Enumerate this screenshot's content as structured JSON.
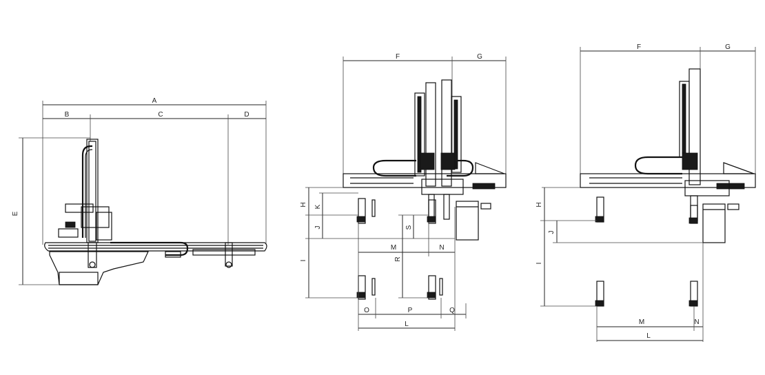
{
  "views": {
    "side": {
      "labels": {
        "A": "A",
        "B": "B",
        "C": "C",
        "D": "D",
        "E": "E"
      }
    },
    "front_double": {
      "labels": {
        "F": "F",
        "G": "G",
        "H": "H",
        "K": "K",
        "J": "J",
        "I": "I",
        "S": "S",
        "R": "R",
        "M": "M",
        "N": "N",
        "O": "O",
        "P": "P",
        "Q": "Q",
        "L": "L"
      }
    },
    "front_single": {
      "labels": {
        "F": "F",
        "G": "G",
        "H": "H",
        "J": "J",
        "I": "I",
        "M": "M",
        "N": "N",
        "L": "L"
      }
    }
  }
}
